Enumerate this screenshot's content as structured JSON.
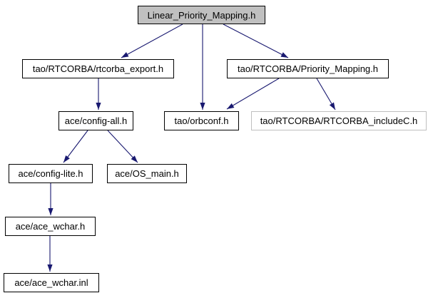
{
  "diagram": {
    "kind": "include-dependency-graph",
    "colors": {
      "background": "#ffffff",
      "edge": "#191970",
      "node_fill": "#ffffff",
      "node_border": "#000000",
      "root_fill": "#c0c0c0",
      "external_border": "#bfbfbf",
      "text": "#000000"
    },
    "nodes": [
      {
        "id": "linear-priority-mapping",
        "label": "Linear_Priority_Mapping.h"
      },
      {
        "id": "rtcorba-export",
        "label": "tao/RTCORBA/rtcorba_export.h"
      },
      {
        "id": "priority-mapping",
        "label": "tao/RTCORBA/Priority_Mapping.h"
      },
      {
        "id": "config-all",
        "label": "ace/config-all.h"
      },
      {
        "id": "orbconf",
        "label": "tao/orbconf.h"
      },
      {
        "id": "rtcorba-includec",
        "label": "tao/RTCORBA/RTCORBA_includeC.h"
      },
      {
        "id": "config-lite",
        "label": "ace/config-lite.h"
      },
      {
        "id": "os-main",
        "label": "ace/OS_main.h"
      },
      {
        "id": "ace-wchar-h",
        "label": "ace/ace_wchar.h"
      },
      {
        "id": "ace-wchar-inl",
        "label": "ace/ace_wchar.inl"
      }
    ],
    "edges": [
      {
        "from": "Linear_Priority_Mapping.h",
        "to": "tao/RTCORBA/rtcorba_export.h"
      },
      {
        "from": "Linear_Priority_Mapping.h",
        "to": "tao/orbconf.h"
      },
      {
        "from": "Linear_Priority_Mapping.h",
        "to": "tao/RTCORBA/Priority_Mapping.h"
      },
      {
        "from": "tao/RTCORBA/rtcorba_export.h",
        "to": "ace/config-all.h"
      },
      {
        "from": "tao/RTCORBA/Priority_Mapping.h",
        "to": "tao/orbconf.h"
      },
      {
        "from": "tao/RTCORBA/Priority_Mapping.h",
        "to": "tao/RTCORBA/RTCORBA_includeC.h"
      },
      {
        "from": "ace/config-all.h",
        "to": "ace/config-lite.h"
      },
      {
        "from": "ace/config-all.h",
        "to": "ace/OS_main.h"
      },
      {
        "from": "ace/config-lite.h",
        "to": "ace/ace_wchar.h"
      },
      {
        "from": "ace/ace_wchar.h",
        "to": "ace/ace_wchar.inl"
      }
    ]
  }
}
